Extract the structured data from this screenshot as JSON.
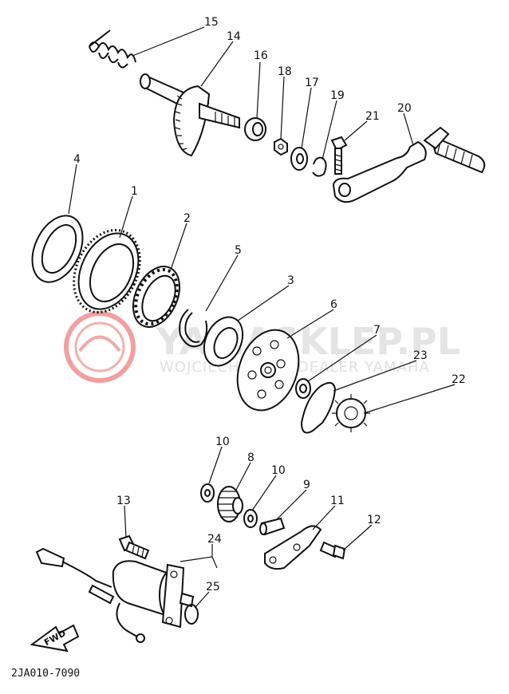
{
  "watermark": {
    "brand": "YAMASKLEP.PL",
    "tagline": "WOJCIECHOWSKI DEALER YAMAHA",
    "logo_color": "#e55050"
  },
  "diagram": {
    "code": "2JA010-7090",
    "fwd_label": "FWD"
  },
  "callouts": [
    {
      "id": "15",
      "label": "15"
    },
    {
      "id": "14",
      "label": "14"
    },
    {
      "id": "16",
      "label": "16"
    },
    {
      "id": "18",
      "label": "18"
    },
    {
      "id": "17",
      "label": "17"
    },
    {
      "id": "19",
      "label": "19"
    },
    {
      "id": "21",
      "label": "21"
    },
    {
      "id": "20",
      "label": "20"
    },
    {
      "id": "4",
      "label": "4"
    },
    {
      "id": "1",
      "label": "1"
    },
    {
      "id": "2",
      "label": "2"
    },
    {
      "id": "5",
      "label": "5"
    },
    {
      "id": "3",
      "label": "3"
    },
    {
      "id": "6",
      "label": "6"
    },
    {
      "id": "7",
      "label": "7"
    },
    {
      "id": "23",
      "label": "23"
    },
    {
      "id": "22",
      "label": "22"
    },
    {
      "id": "10a",
      "label": "10"
    },
    {
      "id": "8",
      "label": "8"
    },
    {
      "id": "10b",
      "label": "10"
    },
    {
      "id": "9",
      "label": "9"
    },
    {
      "id": "11",
      "label": "11"
    },
    {
      "id": "13",
      "label": "13"
    },
    {
      "id": "12",
      "label": "12"
    },
    {
      "id": "24",
      "label": "24"
    },
    {
      "id": "25",
      "label": "25"
    }
  ]
}
